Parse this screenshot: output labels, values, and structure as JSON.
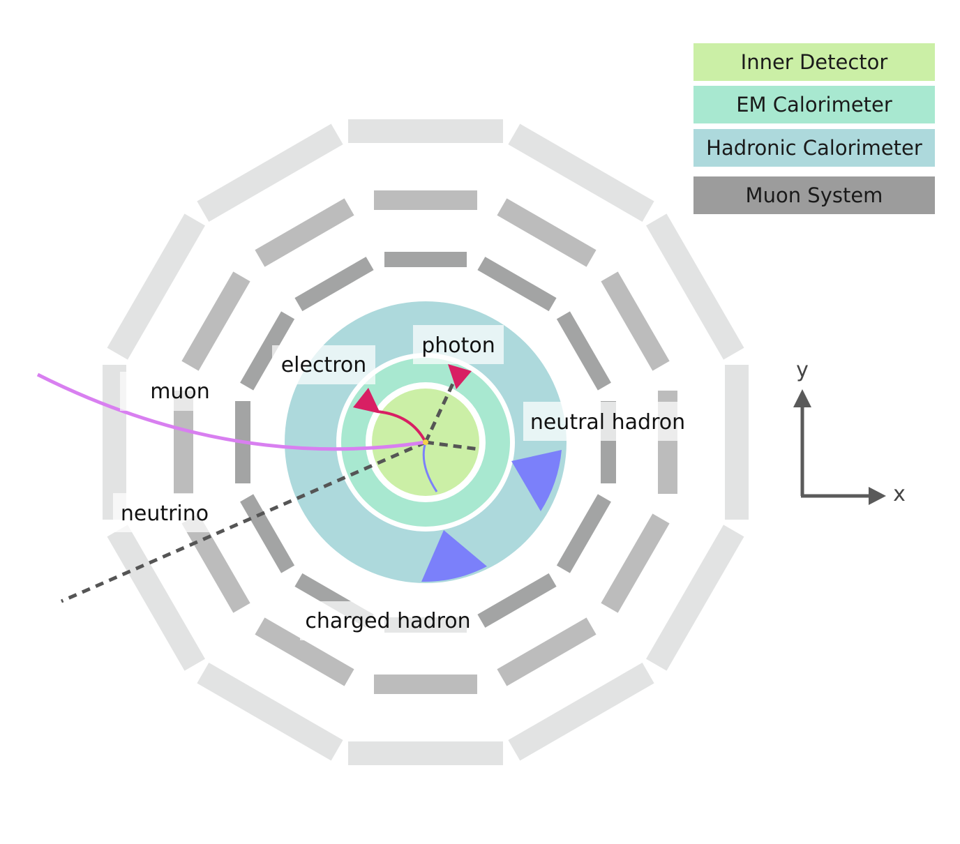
{
  "legend": [
    {
      "label": "Inner Detector",
      "color": "#cbefa6"
    },
    {
      "label": "EM Calorimeter",
      "color": "#a8e8d0"
    },
    {
      "label": "Hadronic Calorimeter",
      "color": "#add9dc"
    },
    {
      "label": "Muon System",
      "color": "#9c9c9c"
    }
  ],
  "particles": {
    "muon": "muon",
    "electron": "electron",
    "photon": "photon",
    "neutral_hadron": "neutral hadron",
    "neutrino": "neutrino",
    "charged_hadron": "charged hadron"
  },
  "axes": {
    "x": "x",
    "y": "y"
  },
  "colors": {
    "muon_track": "#d87ff0",
    "electron": "#d81f63",
    "hadron_deposit": "#7b80fa",
    "charged_track": "#7b80fa",
    "neutral_line": "#555555",
    "muon_ring_inner": "#a3a4a4",
    "muon_ring_middle": "#bcbcbc",
    "muon_ring_outer": "#e2e3e3"
  }
}
